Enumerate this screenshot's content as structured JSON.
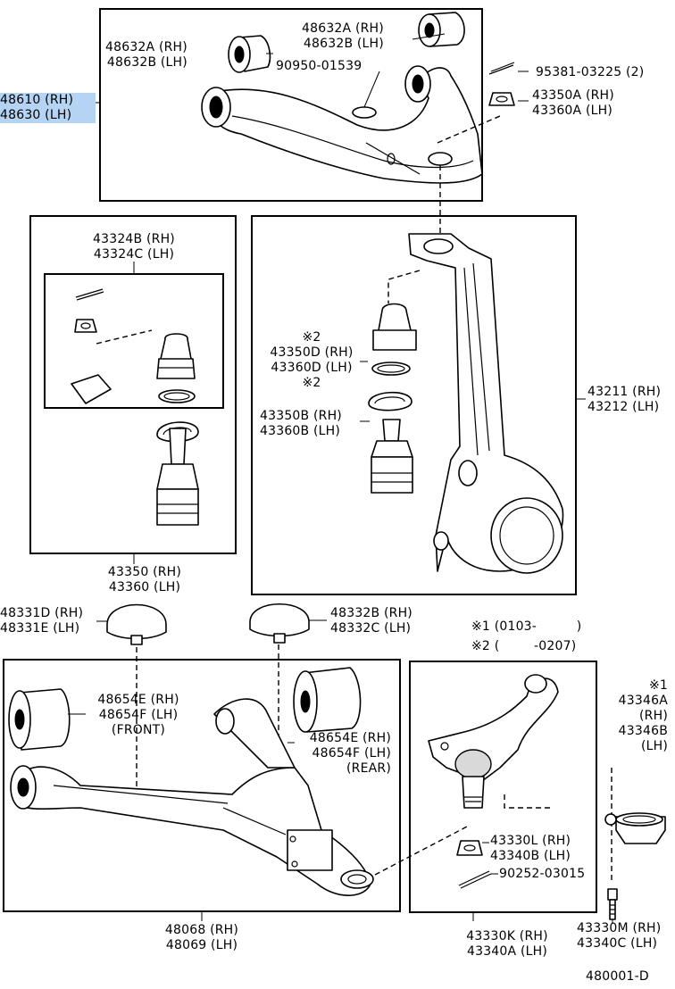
{
  "labels": {
    "p48632ab": [
      "48632A (RH)",
      "48632B (LH)"
    ],
    "p48632ab_b": [
      "48632A (RH)",
      "48632B (LH)"
    ],
    "p90950": "90950-01539",
    "p95381": "95381-03225 (2)",
    "p43350a": [
      "43350A (RH)",
      "43360A (LH)"
    ],
    "p48610": [
      "48610 (RH)",
      "48630 (LH)"
    ],
    "p43324": [
      "43324B (RH)",
      "43324C (LH)"
    ],
    "p43350d": [
      "※2",
      "43350D (RH)",
      "43360D (LH)",
      "※2"
    ],
    "p43350b": [
      "43350B (RH)",
      "43360B (LH)"
    ],
    "p43211": [
      "43211 (RH)",
      "43212 (LH)"
    ],
    "p43350": [
      "43350 (RH)",
      "43360 (LH)"
    ],
    "p48331": [
      "48331D (RH)",
      "48331E (LH)"
    ],
    "p48332": [
      "48332B (RH)",
      "48332C (LH)"
    ],
    "note1": [
      "※1",
      "(0103-",
      ")"
    ],
    "note2": [
      "※2",
      "(",
      "-0207)"
    ],
    "p48654_front": [
      "48654E (RH)",
      "48654F (LH)",
      "(FRONT)"
    ],
    "p48654_rear": [
      "48654E (RH)",
      "48654F (LH)",
      "(REAR)"
    ],
    "p43346": [
      "※1",
      "43346A",
      "(RH)",
      "43346B",
      "(LH)"
    ],
    "p43330l": [
      "43330L (RH)",
      "43340B (LH)"
    ],
    "p90252": "90252-03015",
    "p48068": [
      "48068 (RH)",
      "48069 (LH)"
    ],
    "p43330k": [
      "43330K (RH)",
      "43340A (LH)"
    ],
    "p43330m": [
      "43330M (RH)",
      "43340C (LH)"
    ],
    "code": "480001-D"
  },
  "colors": {
    "highlight": "#b5d3f3",
    "line": "#000000"
  }
}
